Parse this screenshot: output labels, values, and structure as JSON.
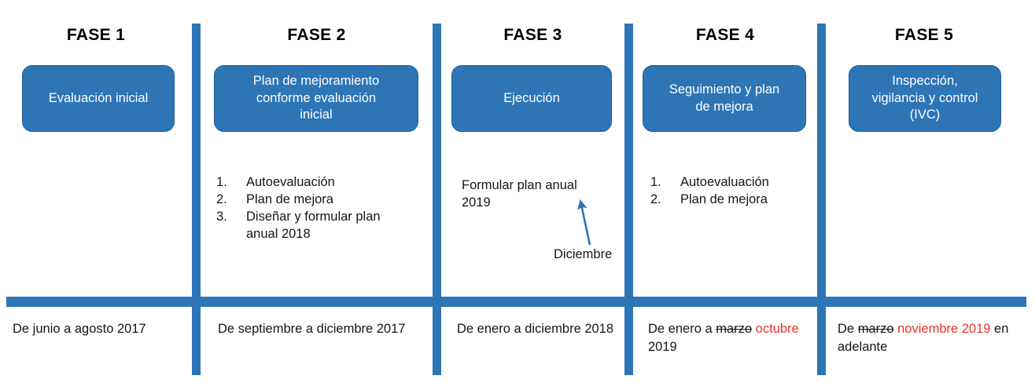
{
  "theme": {
    "accent_blue": "#2E75B6",
    "box_border": "#1F5C99",
    "box_text": "#FFFFFF",
    "body_text": "#161616",
    "highlight_red": "#E8342A",
    "background": "#FFFFFF"
  },
  "phases": [
    {
      "title": "FASE 1",
      "box_label": "Evaluación inicial",
      "tasks": [],
      "note": "",
      "date": {
        "segments": [
          {
            "text": "De junio a agosto 2017",
            "style": "plain"
          }
        ]
      }
    },
    {
      "title": "FASE 2",
      "box_label": "Plan de mejoramiento conforme evaluación inicial",
      "tasks": [
        {
          "number": "1.",
          "text": "Autoevaluación"
        },
        {
          "number": "2.",
          "text": "Plan de mejora"
        },
        {
          "number": "3.",
          "text": "Diseñar y formular plan anual 2018"
        }
      ],
      "note": "",
      "date": {
        "segments": [
          {
            "text": "De septiembre a diciembre 2017",
            "style": "plain"
          }
        ]
      }
    },
    {
      "title": "FASE 3",
      "box_label": "Ejecución",
      "tasks": [],
      "note": "Formular plan anual 2019",
      "annotation": "Diciembre",
      "date": {
        "segments": [
          {
            "text": "De enero a diciembre 2018",
            "style": "plain"
          }
        ]
      }
    },
    {
      "title": "FASE 4",
      "box_label": "Seguimiento y plan de mejora",
      "tasks": [
        {
          "number": "1.",
          "text": "Autoevaluación"
        },
        {
          "number": "2.",
          "text": "Plan de mejora"
        }
      ],
      "note": "",
      "date": {
        "segments": [
          {
            "text": "De enero a ",
            "style": "plain"
          },
          {
            "text": "marzo",
            "style": "strike"
          },
          {
            "text": " ",
            "style": "plain"
          },
          {
            "text": "octubre",
            "style": "red"
          },
          {
            "text": " 2019",
            "style": "plain"
          }
        ]
      }
    },
    {
      "title": "FASE 5",
      "box_label": "Inspección, vigilancia y control (IVC)",
      "tasks": [],
      "note": "",
      "date": {
        "segments": [
          {
            "text": "De ",
            "style": "plain"
          },
          {
            "text": "marzo",
            "style": "strike"
          },
          {
            "text": " ",
            "style": "plain"
          },
          {
            "text": "noviembre 2019",
            "style": "red"
          },
          {
            "text": " en adelante",
            "style": "plain"
          }
        ]
      }
    }
  ],
  "phase_box_lines": {
    "p1": [
      "Evaluación inicial"
    ],
    "p2": [
      "Plan de mejoramiento",
      "conforme evaluación",
      "inicial"
    ],
    "p3": [
      "Ejecución"
    ],
    "p4": [
      "Seguimiento y plan",
      "de mejora"
    ],
    "p5": [
      "Inspección,",
      "vigilancia y control",
      "(IVC)"
    ]
  },
  "phase3_note_lines": [
    "Formular plan anual",
    "2019"
  ],
  "phase3_annotation": "Diciembre"
}
